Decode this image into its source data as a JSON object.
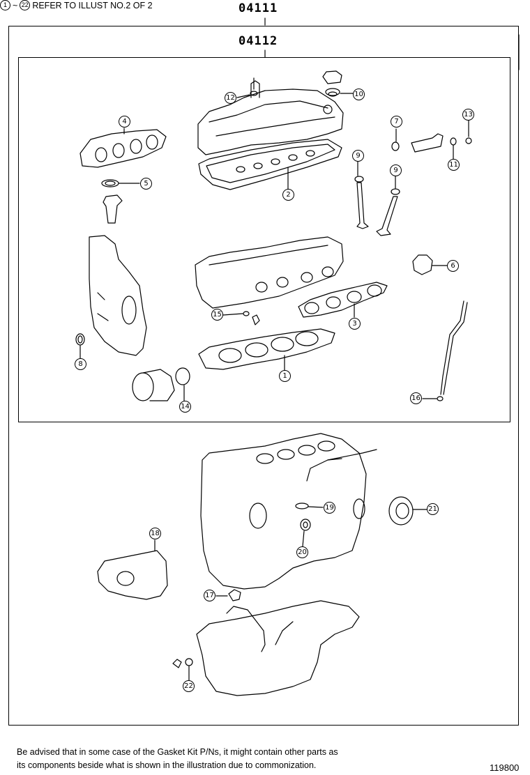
{
  "labels": {
    "assembly_outer": "04111",
    "assembly_inner": "04112"
  },
  "callouts": [
    "1",
    "2",
    "3",
    "4",
    "5",
    "6",
    "7",
    "8",
    "9",
    "9",
    "10",
    "11",
    "12",
    "13",
    "14",
    "15",
    "16",
    "17",
    "18",
    "19",
    "20",
    "21",
    "22"
  ],
  "footer": {
    "range_start": "1",
    "range_sep": "~",
    "range_end": "22",
    "range_text": "REFER TO ILLUST NO.2 OF 2",
    "note_line1": "Be advised that in some case of the Gasket Kit P/Ns,  it might contain other parts as",
    "note_line2": "its components beside what is shown in the illustration due to commonization.",
    "illustration_number": "119800"
  }
}
